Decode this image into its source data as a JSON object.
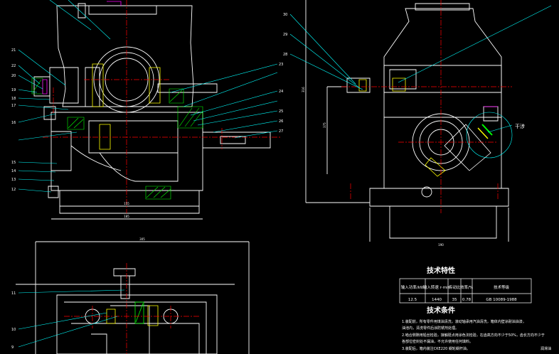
{
  "colors": {
    "background": "#000000",
    "outline": "#ffffff",
    "leader": "#00ffff",
    "center": "#ff0000",
    "hatch": "#00ff00",
    "yellow": "#ffff00",
    "magenta": "#ff00ff"
  },
  "left_view": {
    "balloons": [
      "21",
      "22",
      "20",
      "19",
      "18",
      "17",
      "16",
      "15",
      "14",
      "13",
      "12"
    ],
    "right_balloons": [
      "23",
      "24",
      "25",
      "26",
      "27"
    ],
    "dims": [
      "155",
      "185"
    ]
  },
  "right_view": {
    "balloons": [
      "30",
      "29",
      "28"
    ],
    "dims": [
      "316",
      "375",
      "190"
    ],
    "label": "干涉"
  },
  "bottom_view": {
    "balloons": [
      "11",
      "10",
      "9"
    ],
    "dims": [
      "305"
    ]
  },
  "spec": {
    "title": "技术特性",
    "headers": [
      "输入功率/kW",
      "输入转速 r·min",
      "传动比",
      "效率/%",
      "技术等级"
    ],
    "row": [
      "12.5",
      "1440",
      "35",
      "0.78",
      "GB 10089-1988"
    ]
  },
  "notes": {
    "title": "技术条件",
    "items": [
      "1.装配前，所有零件用煤油清洗，滚动轴承用汽油清洗，箱体内壁涂耐油油漆，",
      "  油池内，清洗零件后涂防锈剂处理。",
      "2.啮合侧隙用铅丝检验，接触斑点用涂色法检验，在齿高方向不少于50%，齿长方向不少于",
      "  各部位密封处不漏油，不允许使用任何填料。",
      "3.装配后，箱内装注CKE220 蜗轮蜗杆油。"
    ],
    "tail": "润滑油"
  }
}
